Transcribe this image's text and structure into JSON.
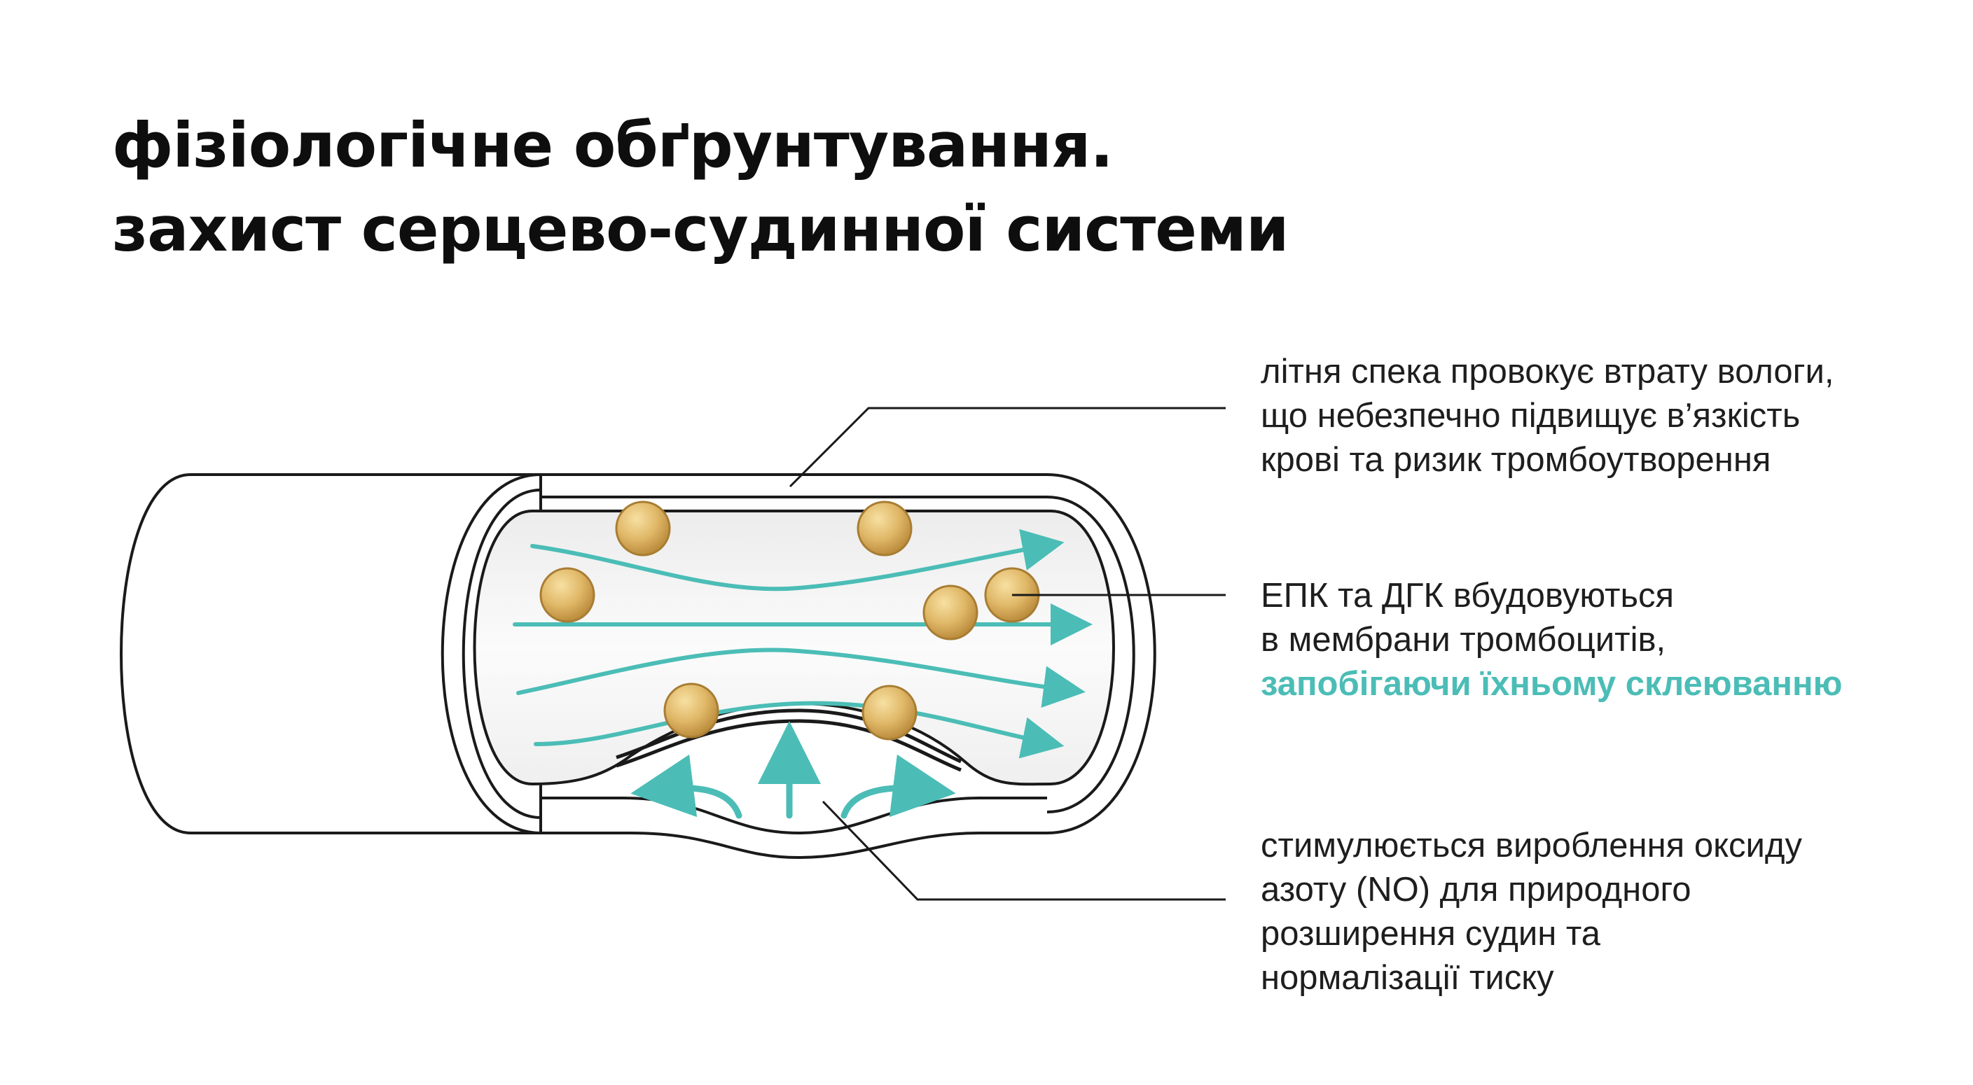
{
  "title": {
    "line1": "фізіологічне обґрунтування.",
    "line2": "захист серцево-судинної системи"
  },
  "annotations": [
    {
      "lines": [
        "літня спека провокує втрату вологи,",
        "що небезпечно підвищує в’язкість",
        "крові та ризик тромбоутворення"
      ]
    },
    {
      "lines": [
        "ЕПК та ДГК вбудовуються",
        "в мембрани тромбоцитів,"
      ],
      "highlight": "запобігаючи їхньому склеюванню"
    },
    {
      "lines": [
        "стимулюється вироблення оксиду",
        "азоту (NO) для природного",
        "розширення судин та",
        "нормалізації тиску"
      ]
    }
  ],
  "colors": {
    "accent": "#4bbdb6",
    "particle": "#e0b868",
    "line": "#1a1a1a",
    "lumen": "#f6f6f6"
  },
  "icons": [
    "blood-vessel-icon",
    "platelet-particle-icon",
    "flow-arrow-icon"
  ]
}
